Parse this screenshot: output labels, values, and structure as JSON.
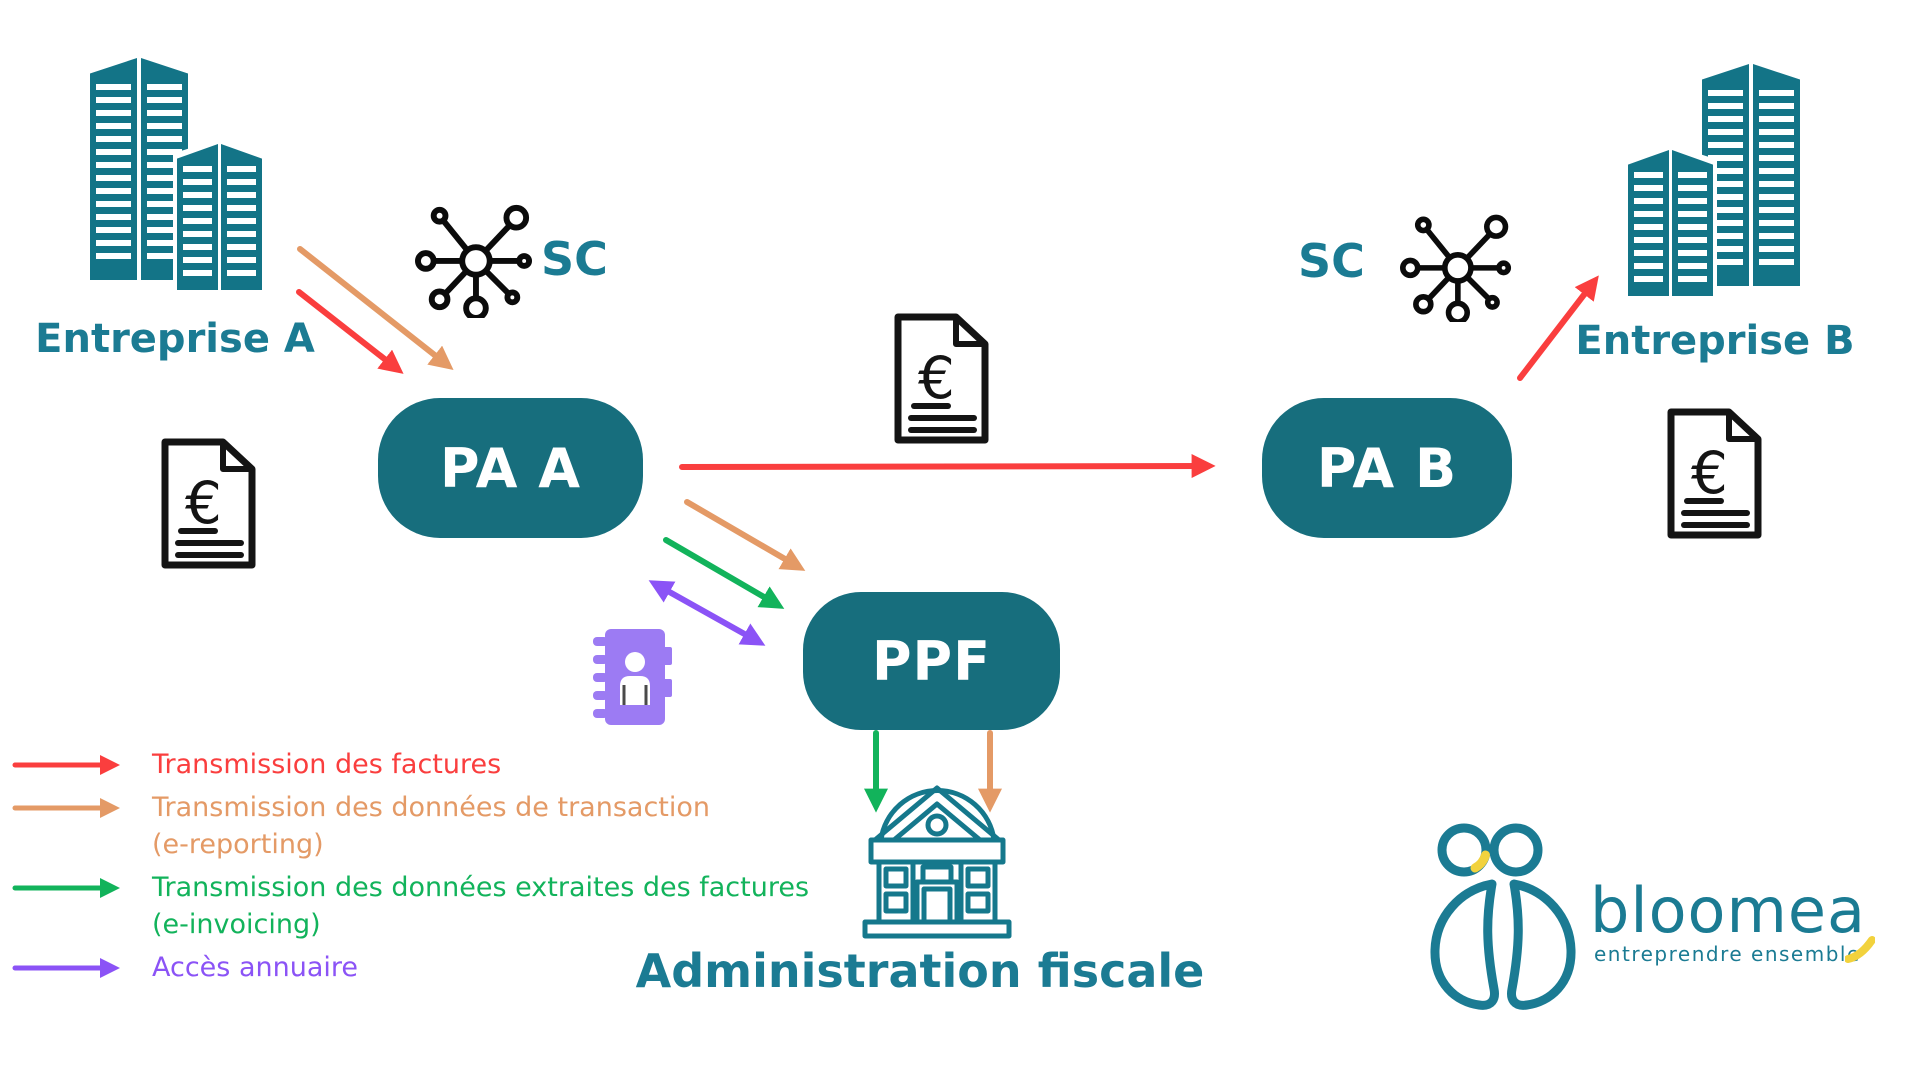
{
  "nodes": {
    "entreprise_a": {
      "label": "Entreprise A"
    },
    "entreprise_b": {
      "label": "Entreprise B"
    },
    "pa_a": {
      "label": "PA A"
    },
    "pa_b": {
      "label": "PA B"
    },
    "ppf": {
      "label": "PPF"
    },
    "administration": {
      "label": "Administration fiscale"
    },
    "sc_a": {
      "label": "SC"
    },
    "sc_b": {
      "label": "SC"
    }
  },
  "icons": {
    "invoice_symbol": "€",
    "names": [
      "office-buildings-icon",
      "network-hub-icon",
      "invoice-document-icon",
      "address-book-icon",
      "bank-building-icon",
      "bloomea-mark-icon",
      "yellow-swoosh-icon"
    ]
  },
  "legend": {
    "items": [
      {
        "label": "Transmission des factures",
        "color": "#fa3e3e"
      },
      {
        "label": "Transmission des données de transaction",
        "label2": "(e-reporting)",
        "color": "#e49a66"
      },
      {
        "label": "Transmission des données extraites des factures",
        "label2": "(e-invoicing)",
        "color": "#12b35b"
      },
      {
        "label": "Accès annuaire",
        "color": "#8b53f6"
      }
    ]
  },
  "logo": {
    "wordmark": "bloomea",
    "tagline": "entreprendre ensemble"
  },
  "colors": {
    "teal": "#176e7d",
    "teal-text": "#1b7b93",
    "building": "#137487",
    "line-teal": "#15788c",
    "red": "#fa3e3e",
    "orange": "#e49a66",
    "green": "#12b35b",
    "purple": "#8b53f6",
    "book": "#9c7bf3",
    "yellow": "#f2d23d"
  }
}
